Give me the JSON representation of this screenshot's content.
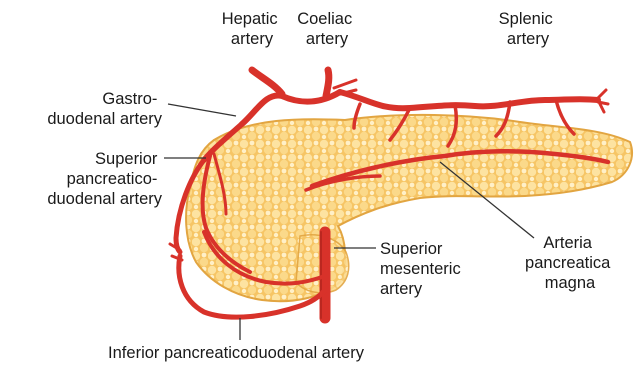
{
  "colors": {
    "artery": "#d8322a",
    "artery_dark": "#a8201a",
    "pancreas_fill": "#f7c96a",
    "pancreas_light": "#fde6a8",
    "pancreas_edge": "#e2a541",
    "background": "#ffffff",
    "label_text": "#1a1a1a",
    "leader_line": "#333333"
  },
  "labels": {
    "hepatic": [
      "Hepatic",
      "artery"
    ],
    "coeliac": [
      "Coeliac",
      "artery"
    ],
    "splenic": [
      "Splenic",
      "artery"
    ],
    "gastroduodenal": [
      "Gastro-",
      "duodenal artery"
    ],
    "superior_pd": [
      "Superior",
      "pancreatico-",
      "duodenal artery"
    ],
    "superior_mesenteric": [
      "Superior",
      "mesenteric",
      "artery"
    ],
    "arteria_pancreatica_magna": [
      "Arteria",
      "pancreatica",
      "magna"
    ],
    "inferior_pd": [
      "Inferior pancreaticoduodenal artery"
    ]
  }
}
